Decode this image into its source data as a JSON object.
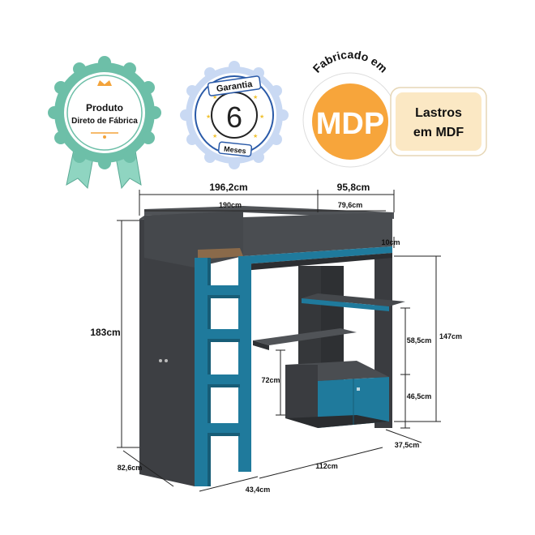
{
  "badges": {
    "produto": {
      "line1": "Produto",
      "line2": "Direto de Fábrica"
    },
    "garantia": {
      "top": "Garantia",
      "number": "6",
      "bottom": "Meses"
    },
    "mdp": {
      "arc_text": "Fabricado em",
      "label": "MDP"
    },
    "lastros": {
      "line1": "Lastros",
      "line2": "em MDF"
    }
  },
  "dimensions": {
    "total_width": "196,2cm",
    "desk_width": "95,8cm",
    "bed_length": "190cm",
    "desk_inner": "79,6cm",
    "guard_height": "10cm",
    "total_height": "183cm",
    "desk_clearance": "147cm",
    "shelf_gap": "58,5cm",
    "desk_height": "72cm",
    "cabinet_height": "46,5cm",
    "depth_side": "82,6cm",
    "desk_depth": "37,5cm",
    "ladder_depth": "43,4cm",
    "bottom_length": "112cm"
  },
  "colors": {
    "body": "#3f4145",
    "body_dark": "#2f3134",
    "accent": "#1f7a9c",
    "badge_green": "#6dbfa8",
    "badge_orange": "#f7a53b",
    "badge_cream": "#fbe8c4",
    "badge_blue": "#2a5aa8"
  }
}
